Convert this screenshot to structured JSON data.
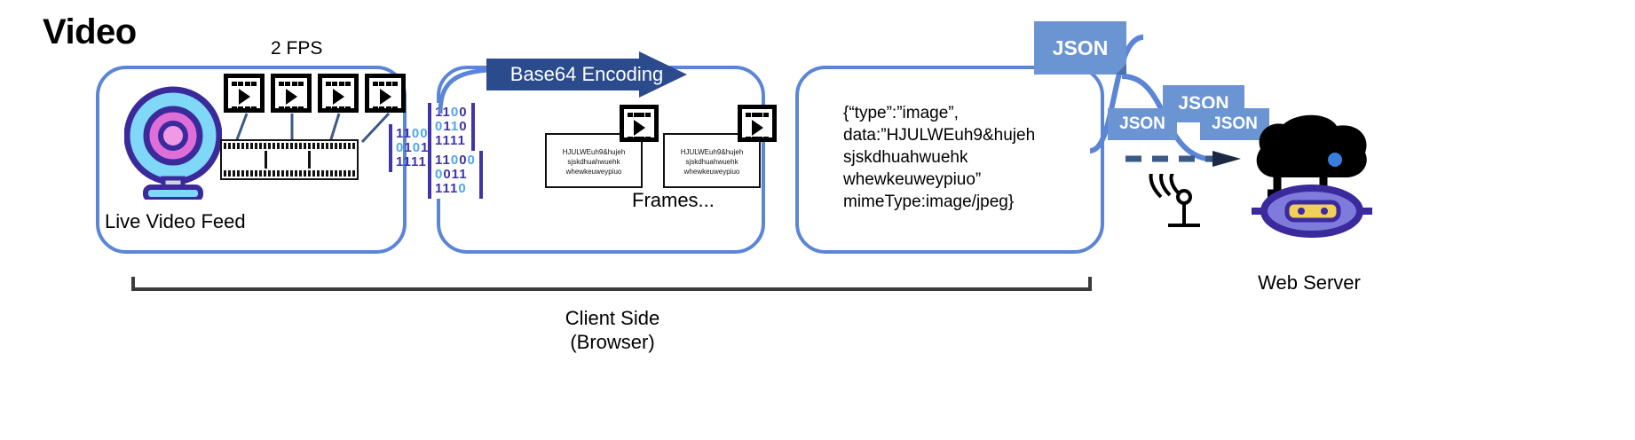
{
  "title": "Video",
  "colors": {
    "panel_border": "#5b85d6",
    "arrow_navy": "#2b4b8c",
    "json_badge": "#6b95d2",
    "binary_purple": "#4035a8",
    "binary_highlight": "#4fa6e8",
    "robot_purple": "#3b2a9c"
  },
  "stage1": {
    "panel_name": "live-video-panel",
    "caption": "Live Video Feed",
    "fps_label": "2 FPS",
    "webcam_icon": "webcam-icon",
    "filmstrip_icon": "filmstrip-icon",
    "play_frames": [
      {
        "name": "play-frame-1"
      },
      {
        "name": "play-frame-2"
      },
      {
        "name": "play-frame-3"
      },
      {
        "name": "play-frame-4"
      }
    ]
  },
  "binary": {
    "groups": [
      {
        "name": "binary-group-1",
        "rows": [
          "1100",
          "0101",
          "1111"
        ]
      },
      {
        "name": "binary-group-2",
        "rows": [
          "1100",
          "0110",
          "1111"
        ]
      },
      {
        "name": "binary-group-3",
        "rows": [
          "11000",
          "0011",
          "1110"
        ]
      }
    ]
  },
  "stage2": {
    "panel_name": "encoding-panel",
    "arrow_label": "Base64 Encoding",
    "frames_label": "Frames...",
    "frame_cards": [
      {
        "name": "frame-card-1",
        "text": "HJULWEuh9&hujeh\nsjskdhuahwuehk\nwhewkeuweypiuo"
      },
      {
        "name": "frame-card-2",
        "text": "HJULWEuh9&hujeh\nsjskdhuahwuehk\nwhewkeuweypiuo"
      }
    ]
  },
  "stage3": {
    "panel_name": "json-payload-panel",
    "payload": "{“type”:”image”,\ndata:”HJULWEuh9&hujeh\nsjskdhuahwuehk\nwhewkeuweypiuo”\nmimeType:image/jpeg}"
  },
  "transport": {
    "badges": [
      {
        "name": "json-badge-1",
        "label": "JSON"
      },
      {
        "name": "json-badge-2",
        "label": "JSON"
      },
      {
        "name": "json-badge-3",
        "label": "JSON"
      },
      {
        "name": "json-badge-4",
        "label": "JSON"
      }
    ],
    "antenna_icon": "wifi-antenna-icon",
    "dashed_arrow_icon": "dashed-arrow-icon"
  },
  "server": {
    "label": "Web Server",
    "icon": "robot-server-icon"
  },
  "footer": {
    "bracket_name": "client-side-bracket",
    "label": "Client Side\n(Browser)"
  }
}
